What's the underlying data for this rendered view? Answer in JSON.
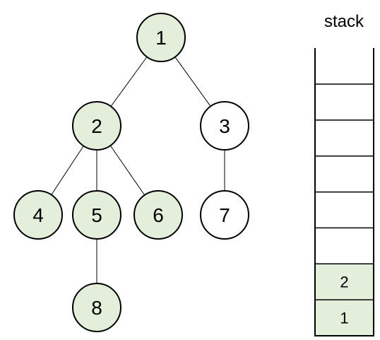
{
  "colors": {
    "visited_fill": "#e3efdb",
    "unvisited_fill": "#ffffff",
    "stroke": "#000000"
  },
  "tree": {
    "nodes": [
      {
        "id": "1",
        "label": "1",
        "visited": true
      },
      {
        "id": "2",
        "label": "2",
        "visited": true
      },
      {
        "id": "3",
        "label": "3",
        "visited": false
      },
      {
        "id": "4",
        "label": "4",
        "visited": true
      },
      {
        "id": "5",
        "label": "5",
        "visited": true
      },
      {
        "id": "6",
        "label": "6",
        "visited": true
      },
      {
        "id": "7",
        "label": "7",
        "visited": false
      },
      {
        "id": "8",
        "label": "8",
        "visited": true
      }
    ],
    "edges": [
      [
        "1",
        "2"
      ],
      [
        "1",
        "3"
      ],
      [
        "2",
        "4"
      ],
      [
        "2",
        "5"
      ],
      [
        "2",
        "6"
      ],
      [
        "3",
        "7"
      ],
      [
        "5",
        "8"
      ]
    ]
  },
  "stack": {
    "title": "stack",
    "total_slots": 7,
    "items_bottom_to_top": [
      "1",
      "2"
    ]
  }
}
